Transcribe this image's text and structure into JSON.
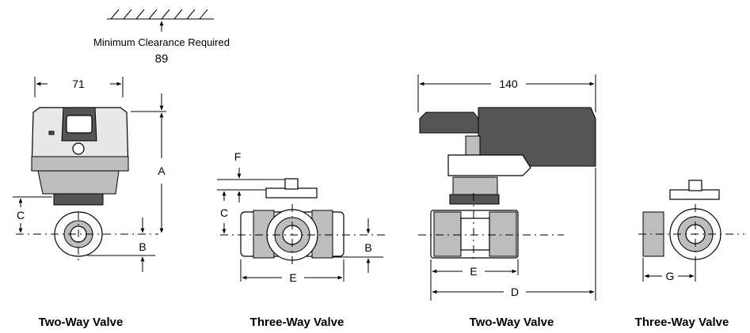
{
  "clearance": {
    "label": "Minimum Clearance Required",
    "value": "89"
  },
  "dims": {
    "w71": "71",
    "a": "A",
    "b": "B",
    "c": "C",
    "e": "E",
    "f": "F",
    "w140": "140",
    "d": "D",
    "g": "G"
  },
  "captions": {
    "v1": "Two-Way Valve",
    "v2": "Three-Way Valve",
    "v3": "Two-Way Valve",
    "v4": "Three-Way Valve"
  }
}
